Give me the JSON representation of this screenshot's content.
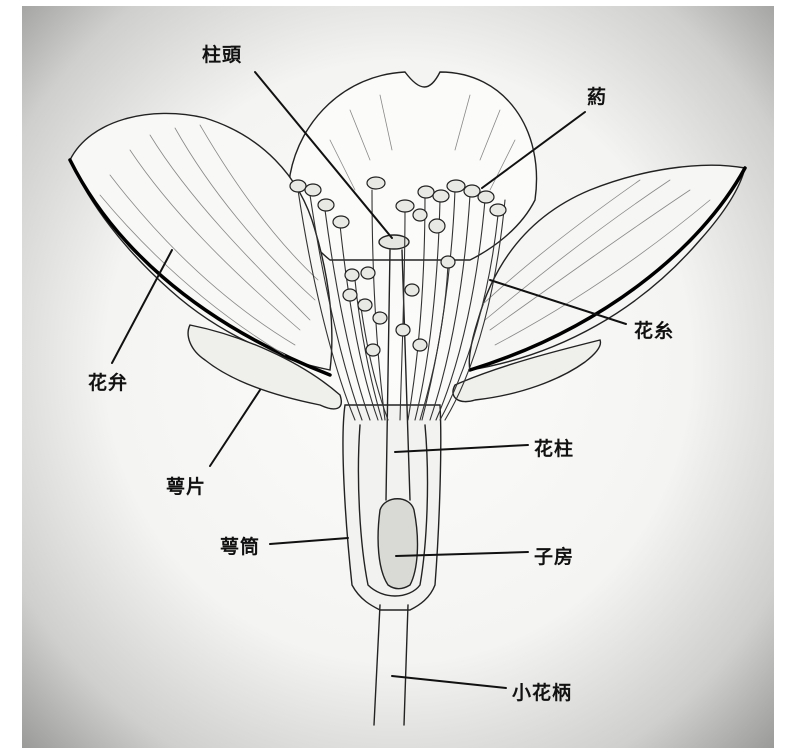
{
  "labels": {
    "stigma": "柱頭",
    "anther": "葯",
    "petal": "花弁",
    "filament": "花糸",
    "sepal": "萼片",
    "style": "花柱",
    "calyx_tube": "萼筒",
    "ovary": "子房",
    "pedicel": "小花柄"
  }
}
